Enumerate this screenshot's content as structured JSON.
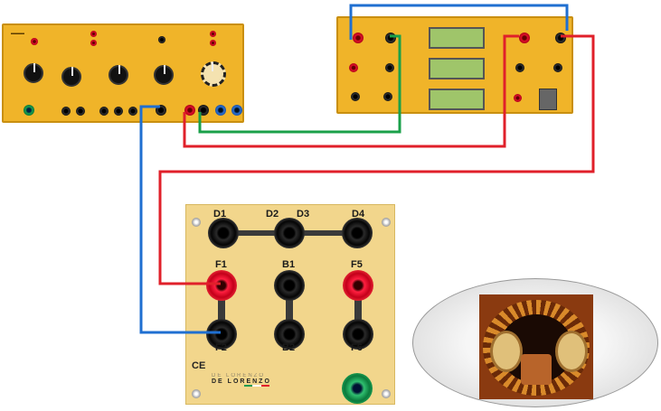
{
  "terminal_board": {
    "top_terminals": [
      "D1",
      "D2",
      "D3",
      "D4"
    ],
    "middle_terminals": [
      "F1",
      "B1",
      "F5"
    ],
    "bottom_terminals": [
      "F2",
      "B2",
      "F6"
    ],
    "ce_mark": "CE",
    "brand_line1": "DE LORENZO",
    "brand_line2": "DE LORENZO"
  },
  "wire_colors": {
    "blue": "#1f6fd1",
    "red": "#e0202a",
    "green": "#1aa04a"
  }
}
